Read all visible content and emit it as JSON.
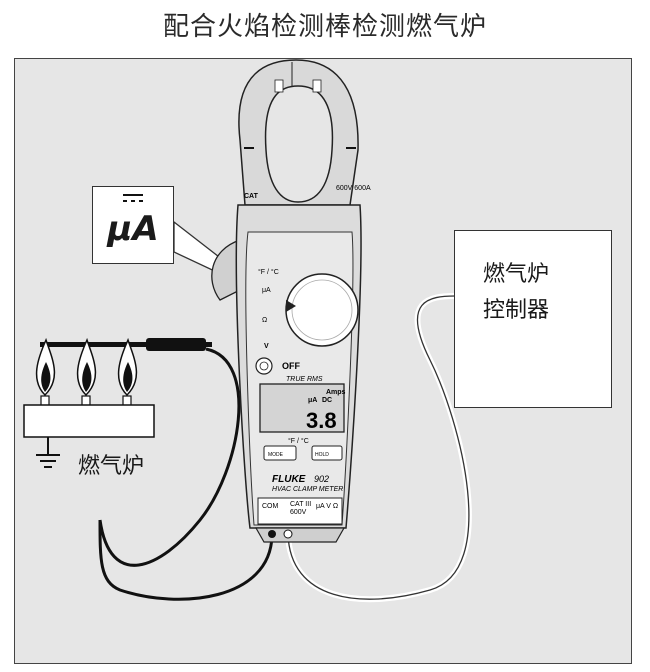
{
  "title": "配合火焰检测棒检测燃气炉",
  "controller": {
    "line1": "燃气炉",
    "line2": "控制器"
  },
  "stove_label": "燃气炉",
  "mode_callout": "μA",
  "meter": {
    "brand": "FLUKE",
    "model": "902",
    "subtitle": "HVAC CLAMP METER",
    "true_rms": "TRUE RMS",
    "display_value": "3.8",
    "display_units_top": "Amps",
    "display_unit_dc": "DC",
    "display_unit_ua": "μA",
    "off_label": "OFF",
    "temp_label": "°F / °C",
    "cat_label": "CAT",
    "rating": "600V\n600A",
    "btn_mode": "MODE",
    "btn_hold": "HOLD",
    "dial_temp": "°F / °C",
    "dial_ua": "μA",
    "dial_ohm": "Ω",
    "dial_v": "V",
    "jack_com": "COM",
    "jack_cat": "CAT III",
    "jack_600": "600V",
    "jack_vohm": "μA V Ω"
  }
}
